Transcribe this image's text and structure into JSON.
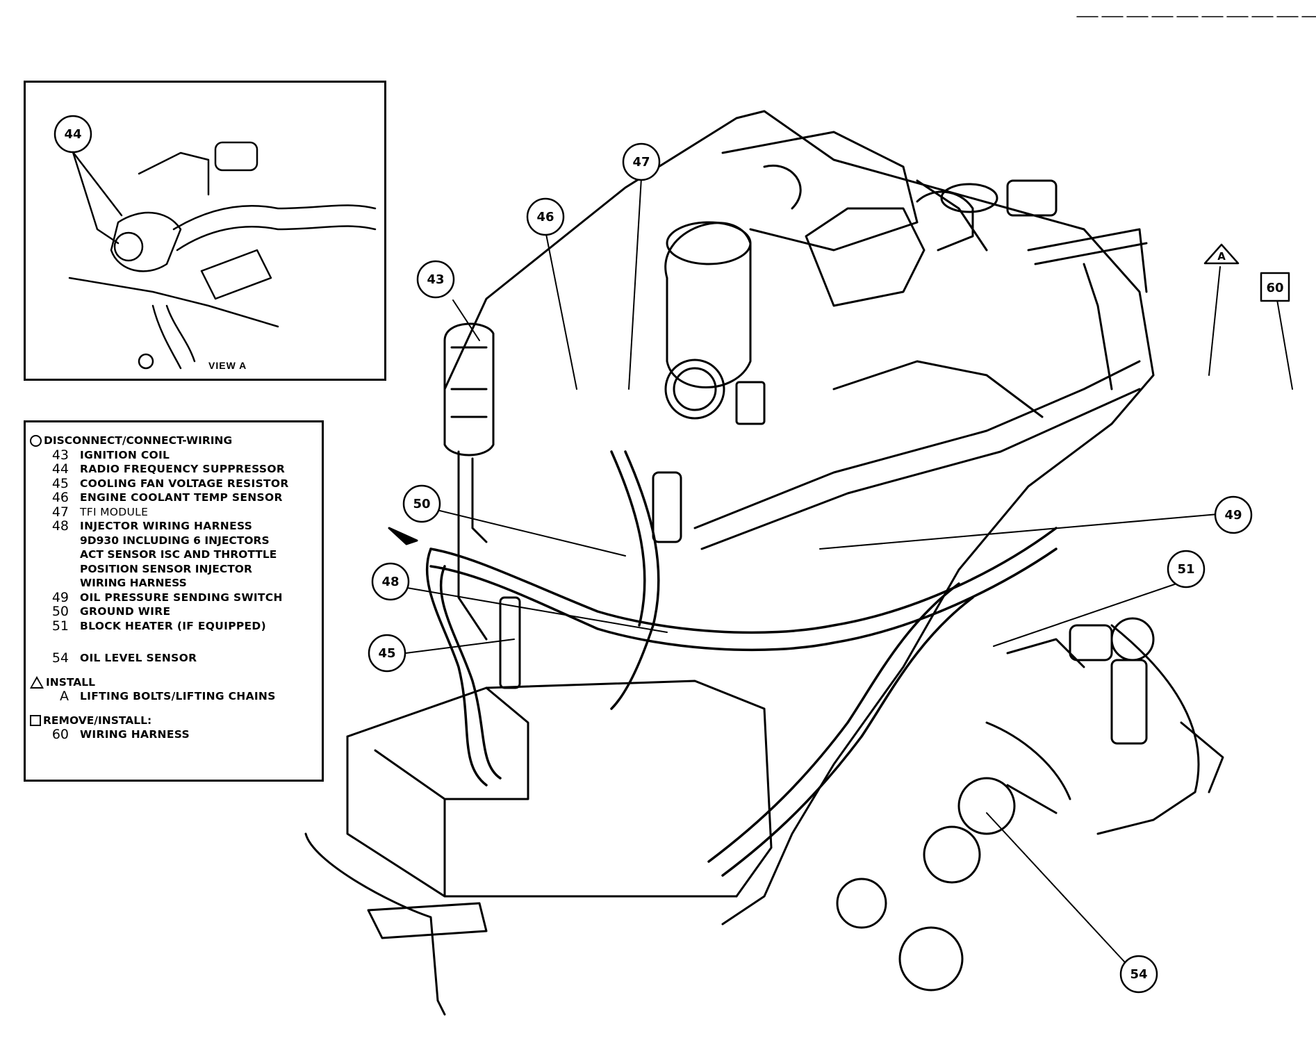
{
  "inset": {
    "view_label": "VIEW A",
    "callout": "44"
  },
  "legend": {
    "disconnect_header": "DISCONNECT/CONNECT-WIRING",
    "items": [
      {
        "num": "43",
        "text": "IGNITION COIL"
      },
      {
        "num": "44",
        "text": "RADIO FREQUENCY SUPPRESSOR"
      },
      {
        "num": "45",
        "text": "COOLING FAN VOLTAGE RESISTOR"
      },
      {
        "num": "46",
        "text": "ENGINE COOLANT TEMP SENSOR"
      },
      {
        "num": "47",
        "text": "TFI MODULE"
      },
      {
        "num": "48",
        "text": "INJECTOR WIRING HARNESS"
      },
      {
        "num": "49",
        "text": "OIL PRESSURE SENDING SWITCH"
      },
      {
        "num": "50",
        "text": "GROUND WIRE"
      },
      {
        "num": "51",
        "text": "BLOCK HEATER (IF EQUIPPED)"
      },
      {
        "num": "54",
        "text": "OIL LEVEL SENSOR"
      }
    ],
    "item48_continuation": [
      "9D930 INCLUDING 6 INJECTORS",
      "ACT SENSOR ISC AND THROTTLE",
      "POSITION SENSOR INJECTOR",
      "WIRING HARNESS"
    ],
    "install_header": "INSTALL",
    "install_item": {
      "num": "A",
      "text": "LIFTING BOLTS/LIFTING CHAINS"
    },
    "remove_header": "REMOVE/INSTALL:",
    "remove_item": {
      "num": "60",
      "text": "WIRING HARNESS"
    }
  },
  "callouts": {
    "c43": "43",
    "c45": "45",
    "c46": "46",
    "c47": "47",
    "c48": "48",
    "c49": "49",
    "c50": "50",
    "c51": "51",
    "c54": "54",
    "cA": "A",
    "c60": "60"
  }
}
